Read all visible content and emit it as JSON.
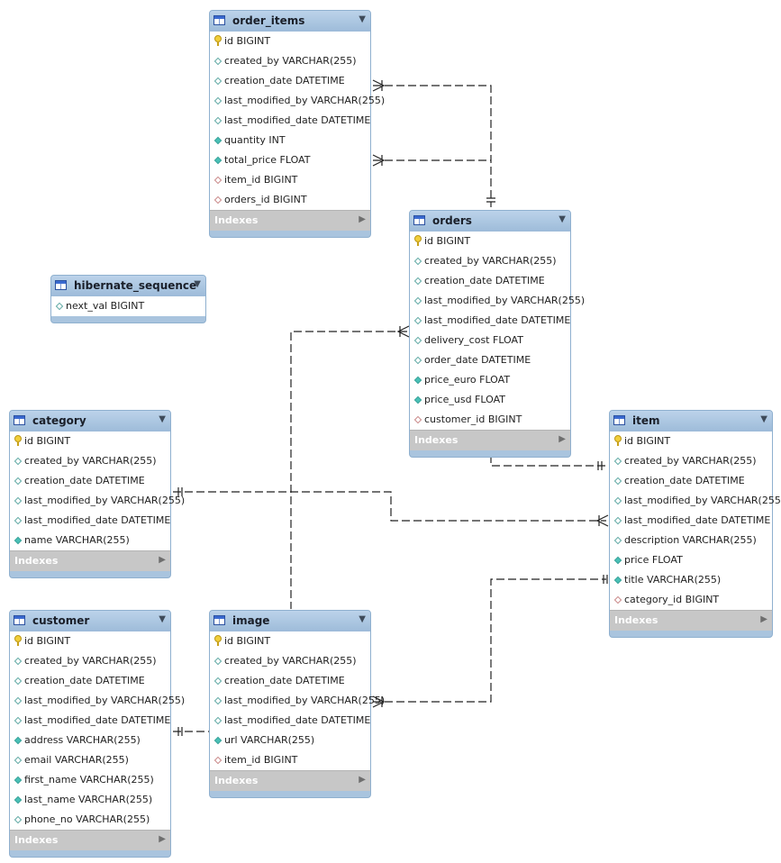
{
  "tables": [
    {
      "name": "order_items",
      "indexes": "Indexes",
      "columns": [
        {
          "text": "id BIGINT",
          "icon": "primary-key-icon"
        },
        {
          "text": "created_by VARCHAR(255)",
          "icon": "nullable-column-icon"
        },
        {
          "text": "creation_date DATETIME",
          "icon": "nullable-column-icon"
        },
        {
          "text": "last_modified_by VARCHAR(255)",
          "icon": "nullable-column-icon"
        },
        {
          "text": "last_modified_date DATETIME",
          "icon": "nullable-column-icon"
        },
        {
          "text": "quantity INT",
          "icon": "not-null-column-icon"
        },
        {
          "text": "total_price FLOAT",
          "icon": "not-null-column-icon"
        },
        {
          "text": "item_id BIGINT",
          "icon": "foreign-key-icon"
        },
        {
          "text": "orders_id BIGINT",
          "icon": "foreign-key-icon"
        }
      ]
    },
    {
      "name": "hibernate_sequence",
      "indexes": "",
      "columns": [
        {
          "text": "next_val BIGINT",
          "icon": "nullable-column-icon"
        }
      ]
    },
    {
      "name": "orders",
      "indexes": "Indexes",
      "columns": [
        {
          "text": "id BIGINT",
          "icon": "primary-key-icon"
        },
        {
          "text": "created_by VARCHAR(255)",
          "icon": "nullable-column-icon"
        },
        {
          "text": "creation_date DATETIME",
          "icon": "nullable-column-icon"
        },
        {
          "text": "last_modified_by VARCHAR(255)",
          "icon": "nullable-column-icon"
        },
        {
          "text": "last_modified_date DATETIME",
          "icon": "nullable-column-icon"
        },
        {
          "text": "delivery_cost FLOAT",
          "icon": "nullable-column-icon"
        },
        {
          "text": "order_date DATETIME",
          "icon": "nullable-column-icon"
        },
        {
          "text": "price_euro FLOAT",
          "icon": "not-null-column-icon"
        },
        {
          "text": "price_usd FLOAT",
          "icon": "not-null-column-icon"
        },
        {
          "text": "customer_id BIGINT",
          "icon": "foreign-key-icon"
        }
      ]
    },
    {
      "name": "category",
      "indexes": "Indexes",
      "columns": [
        {
          "text": "id BIGINT",
          "icon": "primary-key-icon"
        },
        {
          "text": "created_by VARCHAR(255)",
          "icon": "nullable-column-icon"
        },
        {
          "text": "creation_date DATETIME",
          "icon": "nullable-column-icon"
        },
        {
          "text": "last_modified_by VARCHAR(255)",
          "icon": "nullable-column-icon"
        },
        {
          "text": "last_modified_date DATETIME",
          "icon": "nullable-column-icon"
        },
        {
          "text": "name VARCHAR(255)",
          "icon": "not-null-column-icon"
        }
      ]
    },
    {
      "name": "item",
      "indexes": "Indexes",
      "columns": [
        {
          "text": "id BIGINT",
          "icon": "primary-key-icon"
        },
        {
          "text": "created_by VARCHAR(255)",
          "icon": "nullable-column-icon"
        },
        {
          "text": "creation_date DATETIME",
          "icon": "nullable-column-icon"
        },
        {
          "text": "last_modified_by VARCHAR(255)",
          "icon": "nullable-column-icon"
        },
        {
          "text": "last_modified_date DATETIME",
          "icon": "nullable-column-icon"
        },
        {
          "text": "description VARCHAR(255)",
          "icon": "nullable-column-icon"
        },
        {
          "text": "price FLOAT",
          "icon": "not-null-column-icon"
        },
        {
          "text": "title VARCHAR(255)",
          "icon": "not-null-column-icon"
        },
        {
          "text": "category_id BIGINT",
          "icon": "foreign-key-icon"
        }
      ]
    },
    {
      "name": "customer",
      "indexes": "Indexes",
      "columns": [
        {
          "text": "id BIGINT",
          "icon": "primary-key-icon"
        },
        {
          "text": "created_by VARCHAR(255)",
          "icon": "nullable-column-icon"
        },
        {
          "text": "creation_date DATETIME",
          "icon": "nullable-column-icon"
        },
        {
          "text": "last_modified_by VARCHAR(255)",
          "icon": "nullable-column-icon"
        },
        {
          "text": "last_modified_date DATETIME",
          "icon": "nullable-column-icon"
        },
        {
          "text": "address VARCHAR(255)",
          "icon": "not-null-column-icon"
        },
        {
          "text": "email VARCHAR(255)",
          "icon": "nullable-column-icon"
        },
        {
          "text": "first_name VARCHAR(255)",
          "icon": "not-null-column-icon"
        },
        {
          "text": "last_name VARCHAR(255)",
          "icon": "not-null-column-icon"
        },
        {
          "text": "phone_no VARCHAR(255)",
          "icon": "nullable-column-icon"
        }
      ]
    },
    {
      "name": "image",
      "indexes": "Indexes",
      "columns": [
        {
          "text": "id BIGINT",
          "icon": "primary-key-icon"
        },
        {
          "text": "created_by VARCHAR(255)",
          "icon": "nullable-column-icon"
        },
        {
          "text": "creation_date DATETIME",
          "icon": "nullable-column-icon"
        },
        {
          "text": "last_modified_by VARCHAR(255)",
          "icon": "nullable-column-icon"
        },
        {
          "text": "last_modified_date DATETIME",
          "icon": "nullable-column-icon"
        },
        {
          "text": "url VARCHAR(255)",
          "icon": "not-null-column-icon"
        },
        {
          "text": "item_id BIGINT",
          "icon": "foreign-key-icon"
        }
      ]
    }
  ],
  "relationships": [
    {
      "from": "order_items",
      "to": "orders",
      "type": "many-to-one"
    },
    {
      "from": "order_items",
      "to": "item",
      "type": "many-to-one"
    },
    {
      "from": "orders",
      "to": "customer",
      "type": "many-to-one"
    },
    {
      "from": "item",
      "to": "category",
      "type": "many-to-one"
    },
    {
      "from": "image",
      "to": "item",
      "type": "many-to-one"
    }
  ],
  "colors": {
    "table_header": "#a9c4de",
    "table_border": "#8fb0cf",
    "indexes_bar": "#c7c7c7",
    "connector": "#222222"
  }
}
